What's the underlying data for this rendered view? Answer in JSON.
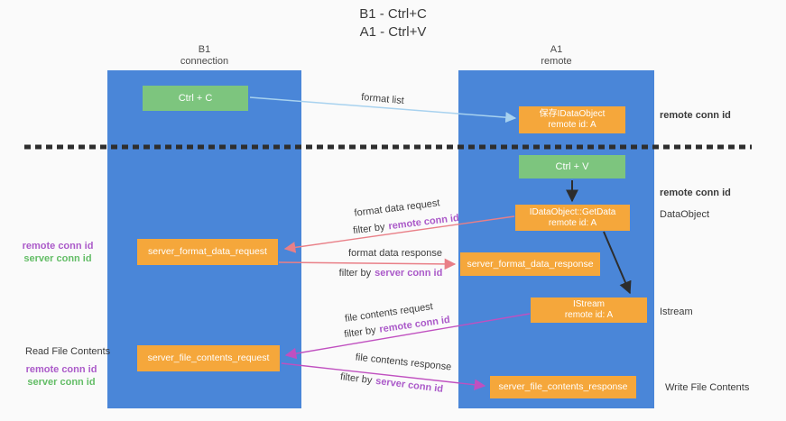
{
  "title": {
    "line1": "B1 - Ctrl+C",
    "line2": "A1 - Ctrl+V"
  },
  "lanes": {
    "left": {
      "title": "B1",
      "subtitle": "connection"
    },
    "right": {
      "title": "A1",
      "subtitle": "remote"
    }
  },
  "nodes": {
    "ctrl_c": {
      "label": "Ctrl + C"
    },
    "save_idataobject": {
      "line1": "保存IDataObject",
      "line2": "remote id: A"
    },
    "ctrl_v": {
      "label": "Ctrl + V"
    },
    "getdata": {
      "line1": "IDataObject::GetData",
      "line2": "remote id: A"
    },
    "format_request": {
      "label": "server_format_data_request"
    },
    "format_response": {
      "label": "server_format_data_response"
    },
    "istream": {
      "line1": "IStream",
      "line2": "remote id: A"
    },
    "file_request": {
      "label": "server_file_contents_request"
    },
    "file_response": {
      "label": "server_file_contents_response"
    }
  },
  "edge_labels": {
    "format_list": "format list",
    "format_data_request": "format data request",
    "format_data_response": "format data response",
    "file_contents_request": "file contents request",
    "file_contents_response": "file contents response",
    "filter_by": "filter by",
    "remote_conn_id": "remote conn id",
    "server_conn_id": "server conn id"
  },
  "side_labels": {
    "right": {
      "remote_conn_id_top": "remote conn id",
      "remote_conn_id_mid": "remote conn id",
      "dataobject": "DataObject",
      "istream": "Istream",
      "write_file_contents": "Write File Contents"
    },
    "left": {
      "remote_conn_id_top": "remote conn id",
      "server_conn_id_top": "server conn id",
      "read_file_contents": "Read File Contents",
      "remote_conn_id_bottom": "remote conn id",
      "server_conn_id_bottom": "server conn id"
    }
  },
  "colors": {
    "lane_blue": "#4a86d8",
    "node_green": "#7dc57e",
    "node_orange": "#f5a73b",
    "arrow_light_blue": "#a8d2ef",
    "arrow_salmon": "#e97f87",
    "arrow_magenta": "#c050c0",
    "arrow_black": "#2d2d2d",
    "divider_black": "#2e2e2e",
    "text_purple": "#ab5ac9",
    "text_green": "#63bd66"
  }
}
